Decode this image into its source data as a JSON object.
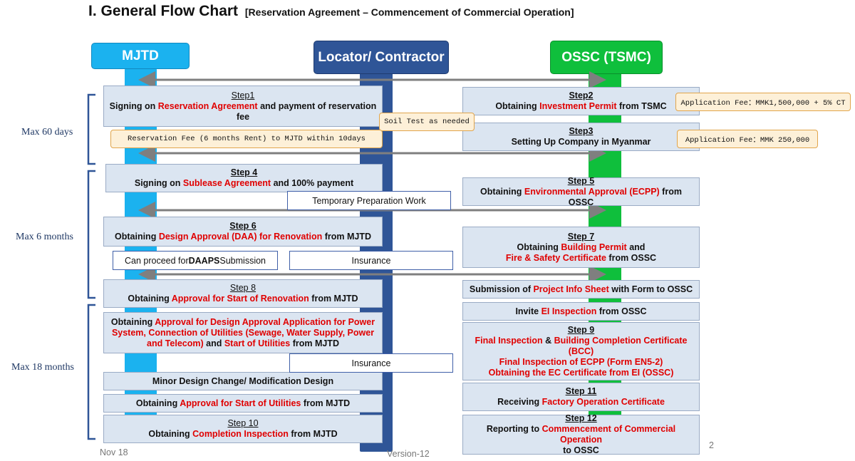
{
  "title": "I. General Flow Chart",
  "subtitle": "[Reservation Agreement – Commencement of Commercial Operation]",
  "lanes": {
    "mjtd": "MJTD",
    "locator": "Locator/ Contractor",
    "ossc": "OSSC (TSMC)"
  },
  "colors": {
    "mjtd": "#1bb2ef",
    "locator": "#2f5597",
    "ossc": "#0fbf3c",
    "box": "#dbe5f1",
    "accent_red": "#e00000"
  },
  "phases": [
    "Max 60 days",
    "Max 6 months",
    "Max 18 months"
  ],
  "steps": {
    "s1": {
      "label": "Step1",
      "pre": "Signing on ",
      "hl": "Reservation Agreement",
      "post": " and payment of  reservation fee"
    },
    "s2": {
      "label": "Step2",
      "pre": "Obtaining ",
      "hl": "Investment Permit",
      "post": " from TSMC"
    },
    "s3": {
      "label": "Step3",
      "text": "Setting Up Company in Myanmar"
    },
    "s4": {
      "label": "Step 4",
      "pre": "Signing on ",
      "hl": "Sublease Agreement",
      "post": " and  100% payment"
    },
    "s5": {
      "label": "Step 5",
      "pre": "Obtaining ",
      "hl": "Environmental Approval (ECPP)",
      "post": " from OSSC"
    },
    "s6": {
      "label": "Step 6",
      "pre": "Obtaining ",
      "hl": "Design Approval (DAA) for Renovation",
      "post": " from MJTD"
    },
    "s7": {
      "label": "Step 7",
      "pre": "Obtaining ",
      "hl": "Building Permit",
      "post": " and",
      "hl2": "Fire & Safety Certificate",
      "post2": "  from OSSC"
    },
    "s8": {
      "label": "Step 8",
      "pre": "Obtaining ",
      "hl": "Approval for Start of Renovation",
      "post": " from MJTD"
    },
    "utilities": {
      "pre": "Obtaining ",
      "hl": "Approval for Design Approval Application for Power System, Connection of Utilities (Sewage, Water Supply, Power and Telecom)",
      "mid": " and ",
      "hl2": "Start of Utilities",
      "post": " from MJTD"
    },
    "minor": {
      "text": "Minor Design Change/ Modification Design"
    },
    "utilstart": {
      "pre": "Obtaining ",
      "hl": "Approval for Start of Utilities",
      "post": " from MJTD"
    },
    "s10": {
      "label": "Step 10",
      "pre": "Obtaining ",
      "hl": "Completion Inspection",
      "post": " from MJTD"
    },
    "projinfo": {
      "pre": "Submission of ",
      "hl": "Project Info Sheet",
      "post": " with Form to OSSC"
    },
    "ei": {
      "pre": "Invite ",
      "hl": "EI Inspection",
      "post": " from OSSC"
    },
    "s9": {
      "label": "Step 9",
      "hl1": "Final Inspection",
      "mid1": " & ",
      "hl2": "Building Completion Certificate (BCC)",
      "hl3": "Final Inspection of ECPP (Form EN5-2)",
      "hl4": "Obtaining the EC Certificate from EI (OSSC)"
    },
    "s11": {
      "label": "Step 11",
      "pre": "Receiving ",
      "hl": "Factory Operation Certificate"
    },
    "s12": {
      "label": "Step 12",
      "pre": "Reporting to ",
      "hl": "Commencement of Commercial Operation",
      "post": "to OSSC"
    }
  },
  "notes": {
    "fee1": "Application Fee：MMK1,500,000 + 5% CT",
    "fee2": "Application Fee：MMK 250,000",
    "soil": "Soil Test as needed",
    "resfee": "Reservation Fee (6 months Rent) to MJTD within 10days"
  },
  "labels": {
    "temp": "Temporary Preparation Work",
    "daaps_pre": "Can proceed for ",
    "daaps_b": "DAAPS",
    "daaps_post": " Submission",
    "insurance1": "Insurance",
    "insurance2": "Insurance"
  },
  "footer": {
    "left": "Nov 18",
    "center": "Version-12",
    "page": "2"
  }
}
